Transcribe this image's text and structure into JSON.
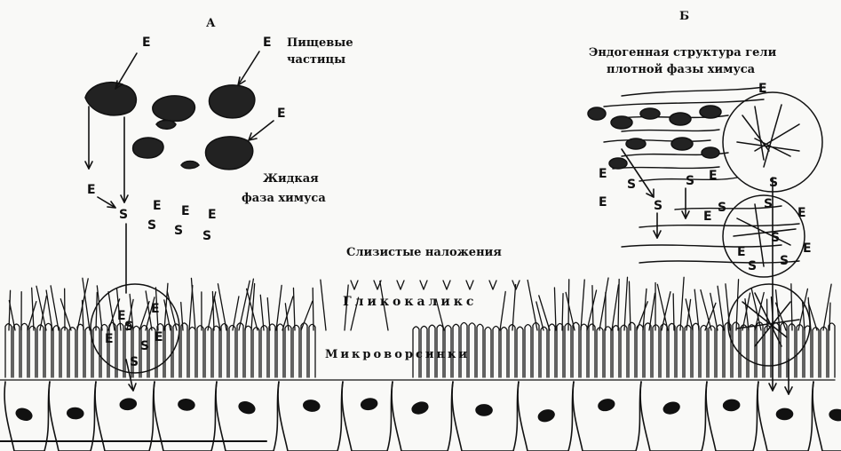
{
  "panels": {
    "a": "А",
    "b": "Б"
  },
  "labels": {
    "food_particles": [
      "Пищевые",
      "частицы"
    ],
    "liquid_phase": [
      "Жидкая",
      "фаза химуса"
    ],
    "endogenous": [
      "Эндогенная структура гели",
      "плотной фазы химуса"
    ],
    "mucus": "Слизистые наложения",
    "glycocalyx": "Гликокаликс",
    "microvilli": "Микроворсинки"
  },
  "symbols": {
    "enzyme": "E",
    "substrate": "S"
  }
}
